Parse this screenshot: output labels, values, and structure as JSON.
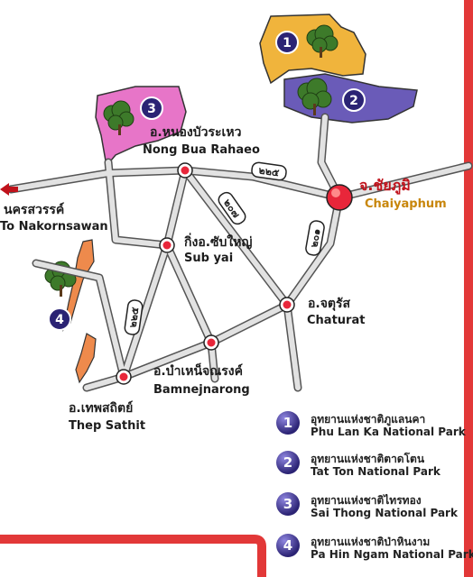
{
  "map": {
    "cities": {
      "chaiyaphum": {
        "th": "จ.ชัยภูมิ",
        "en": "Chaiyaphum"
      },
      "nong_bua_rahaeo": {
        "th": "อ.หนองบัวระเหว",
        "en": "Nong Bua Rahaeo"
      },
      "sub_yai": {
        "th": "กิ่งอ.ซับใหญ่",
        "en": "Sub yai"
      },
      "chaturat": {
        "th": "อ.จตุรัส",
        "en": "Chaturat"
      },
      "bamnejnarong": {
        "th": "อ.บำเหน็จณรงค์",
        "en": "Bamnejnarong"
      },
      "thep_sathit": {
        "th": "อ.เทพสถิตย์",
        "en": "Thep Sathit"
      }
    },
    "direction": {
      "th": "นครสวรรค์",
      "en": "To Nakornsawan"
    },
    "roads": [
      "๒๒๕",
      "๒๐๗",
      "๒๐๑",
      "๒๒๕"
    ],
    "parks": [
      {
        "num": "1",
        "th": "อุทยานแห่งชาติภูแลนคา",
        "en": "Phu Lan Ka National Park",
        "color": "#f0b43c"
      },
      {
        "num": "2",
        "th": "อุทยานแห่งชาติตาดโตน",
        "en": "Tat Ton National Park",
        "color": "#6a5bb8"
      },
      {
        "num": "3",
        "th": "อุทยานแห่งชาติไทรทอง",
        "en": "Sai Thong National Park",
        "color": "#e775c8"
      },
      {
        "num": "4",
        "th": "อุทยานแห่งชาติป่าหินงาม",
        "en": "Pa Hin Ngam National Park",
        "color": "#ee8a4c"
      }
    ]
  },
  "colors": {
    "road": "#e2e2e2",
    "road_edge": "#555555",
    "town": "#e8263a",
    "border": "#e23838"
  }
}
